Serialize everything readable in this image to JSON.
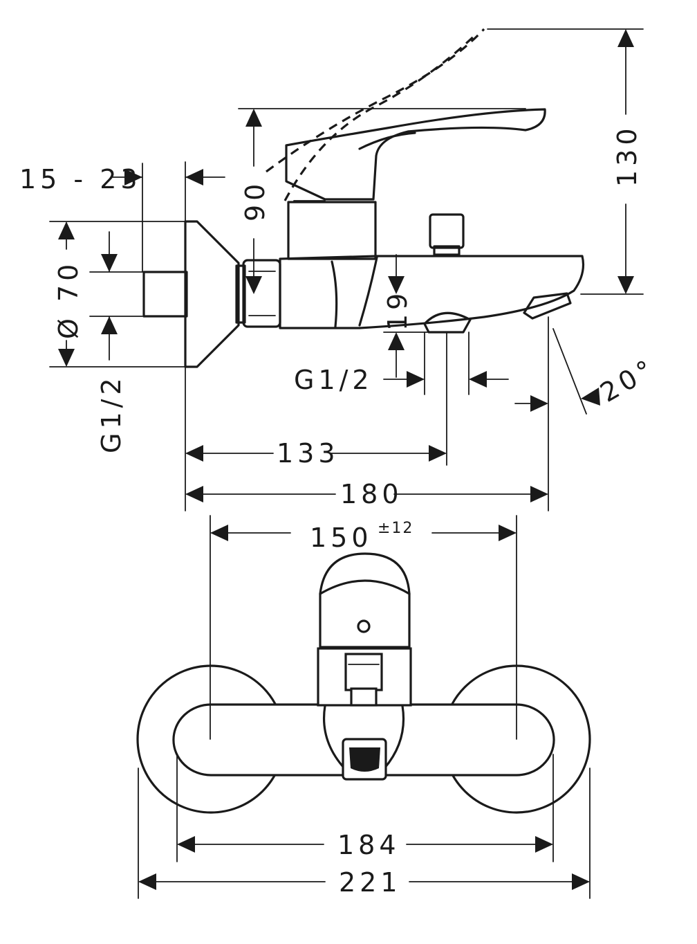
{
  "labels": {
    "wall_range": "15 - 23",
    "lever_height": "90",
    "total_height": "130",
    "diameter": "Ø 70",
    "inlet_thread": "G1/2",
    "outlet_thread": "G1/2",
    "outlet_height": "19",
    "spout_angle": "20°",
    "outlet_offset": "133",
    "projection": "180",
    "centers": "150",
    "centers_tolerance": "±12",
    "body_width": "184",
    "overall_width": "221"
  }
}
